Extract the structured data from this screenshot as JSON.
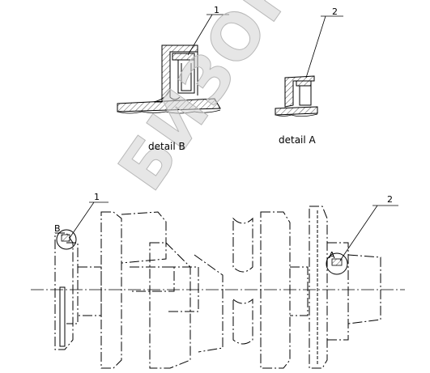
{
  "callouts": {
    "top_left": "1",
    "top_right": "2",
    "bottom_left": "1",
    "bottom_right": "2"
  },
  "details": {
    "detail_b": "detail  B",
    "detail_a": "detail  A"
  },
  "view_markers": {
    "b": "B",
    "a": "A"
  },
  "watermark": "БИЗОН"
}
